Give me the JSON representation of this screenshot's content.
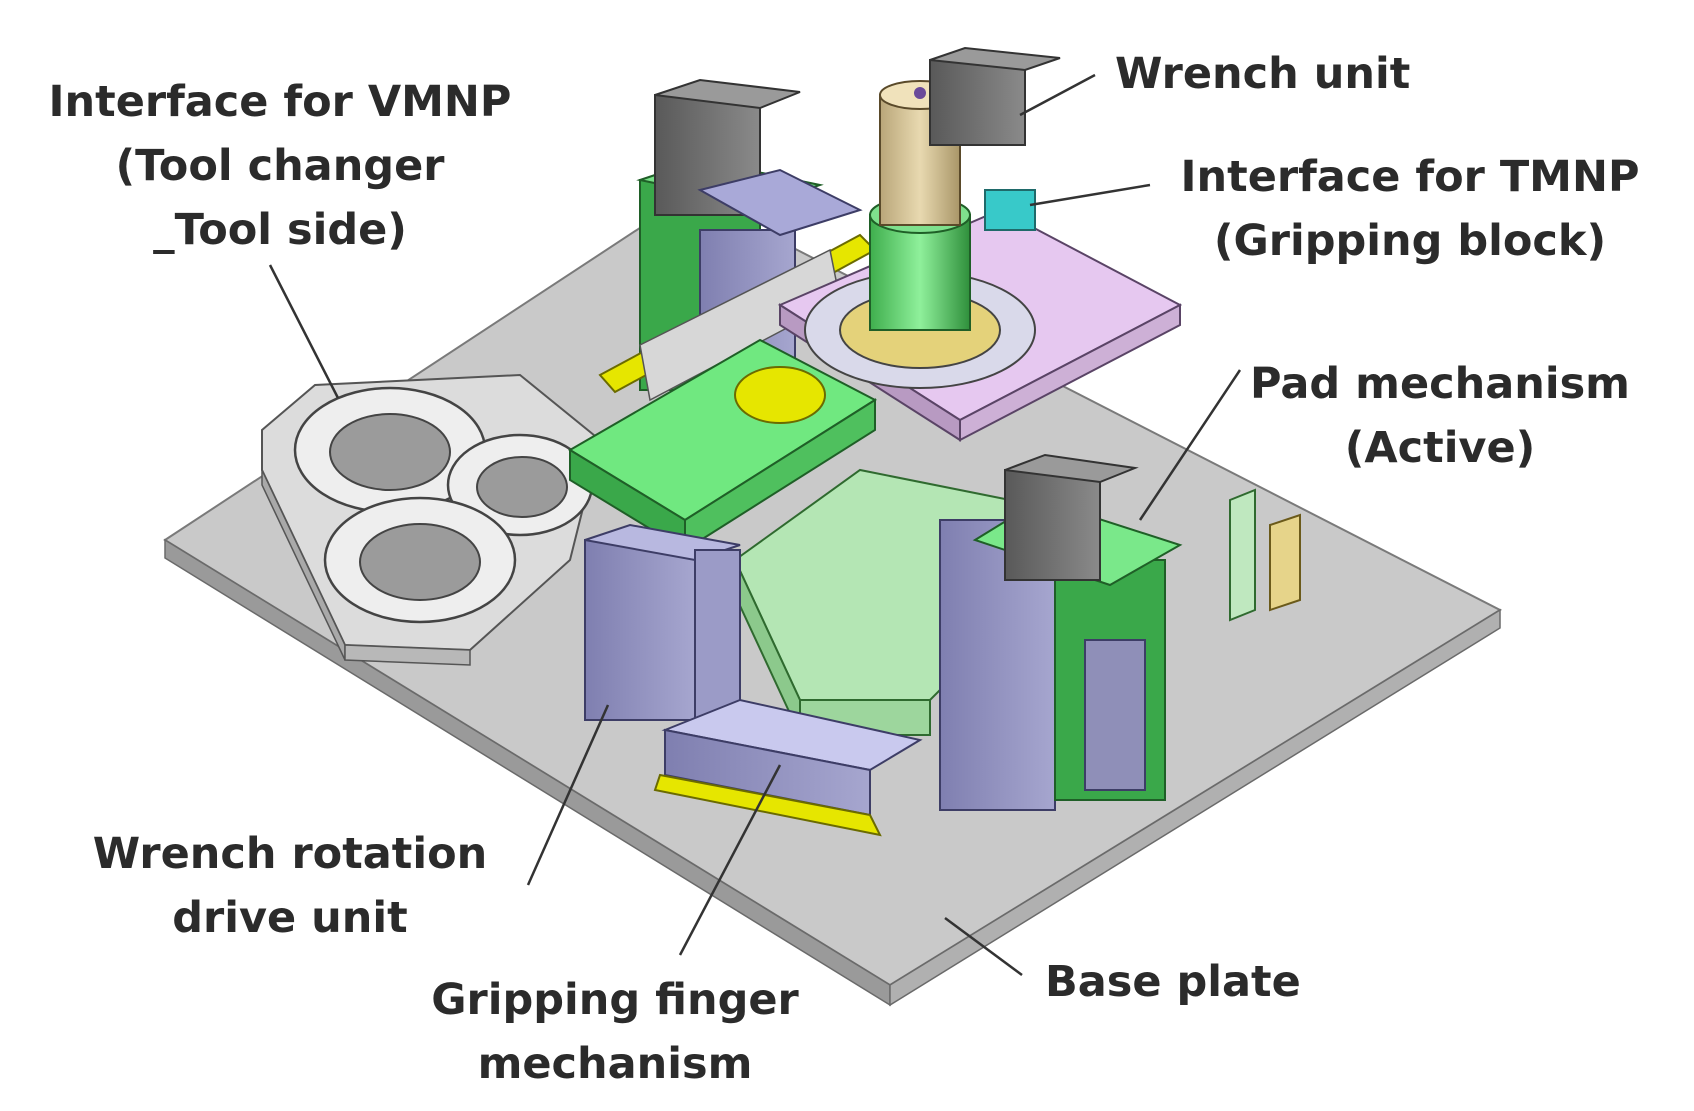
{
  "labels": {
    "vmnp": {
      "line1": "Interface for VMNP",
      "line2": "(Tool changer",
      "line3": "_Tool side)"
    },
    "wrench_unit": {
      "line1": "Wrench unit"
    },
    "tmnp": {
      "line1": "Interface for TMNP",
      "line2": "(Gripping block)"
    },
    "pad": {
      "line1": "Pad mechanism",
      "line2": "(Active)"
    },
    "wrench_rotation": {
      "line1": "Wrench rotation",
      "line2": "drive unit"
    },
    "gripping_finger": {
      "line1": "Gripping finger",
      "line2": "mechanism"
    },
    "base_plate": {
      "line1": "Base plate"
    }
  },
  "colors": {
    "label_text": "#2b2b2b",
    "leader_line": "#333333",
    "base_plate": "#c8c8c8",
    "green": "#6fe07f",
    "dark_green": "#2f9e3e",
    "lavender": "#8f8fb8",
    "pink": "#e7c6f0",
    "yellow": "#e6e600",
    "tan": "#d9c79a",
    "gray_motor": "#6a6a6a",
    "plate_gray": "#d4d4d4",
    "cyan": "#38c9c9"
  }
}
